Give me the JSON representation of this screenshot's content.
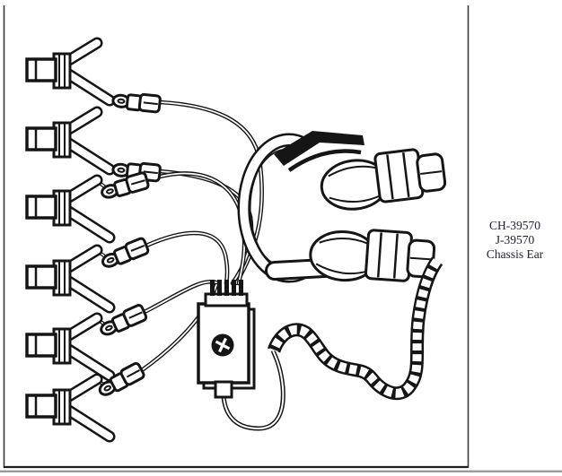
{
  "caption": {
    "lines": [
      "CH-39570",
      "J-39570",
      "Chassis Ear"
    ]
  },
  "figure": {
    "tool_id_primary": "CH-39570",
    "tool_id_secondary": "J-39570",
    "tool_name": "Chassis Ear",
    "clamp_probe_count": 6
  },
  "parts_icons": {
    "clamp": "spring-clip-probe-icon",
    "connector": "inline-plug-connector-icon",
    "control_box": "control-box-icon",
    "knob": "selector-knob-icon",
    "pin_block": "multi-pin-connector-icon",
    "headphones": "headphones-icon",
    "coiled_cable": "ribbed-cable-icon"
  },
  "colors": {
    "ink": "#151515",
    "paper": "#ffffff",
    "caption_text": "#1f1f33",
    "page_divider": "#9a9a9a"
  }
}
